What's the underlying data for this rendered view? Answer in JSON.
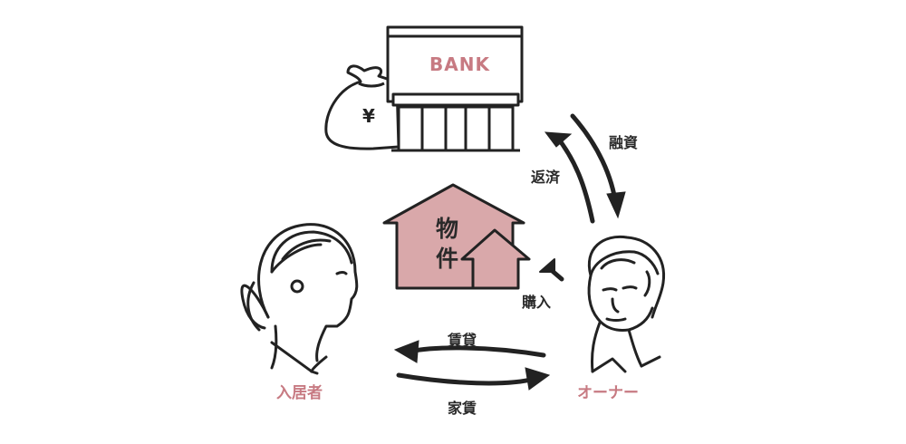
{
  "bank": {
    "sign": "BANK",
    "yen_symbol": "¥"
  },
  "flows": {
    "loan": "融資",
    "repayment": "返済",
    "purchase": "購入",
    "lease": "賃貸",
    "rent": "家賃"
  },
  "property": {
    "label": "物件"
  },
  "actors": {
    "tenant": "入居者",
    "owner": "オーナー"
  },
  "colors": {
    "accent_pink": "#c77a82",
    "house_fill": "#d9a8aa",
    "ink": "#2a2a2a"
  }
}
